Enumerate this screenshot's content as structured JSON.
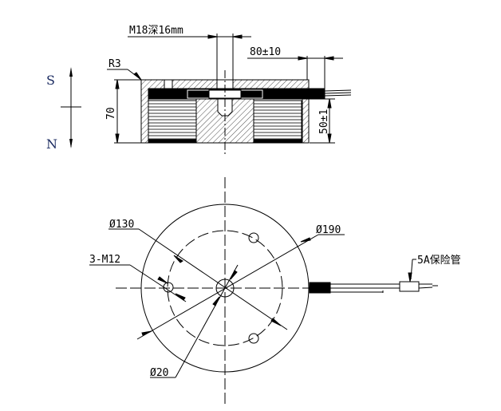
{
  "poles": {
    "north_label": "S",
    "south_label": "N"
  },
  "side_view": {
    "thread_label": "M18深16mm",
    "cable_length_label": "80±10",
    "radius_label": "R3",
    "height_label": "70",
    "cable_height_label": "50±1"
  },
  "top_view": {
    "inner_circle_label": "Ø130",
    "outer_diameter_label": "Ø190",
    "holes_label": "3-M12",
    "center_hole_label": "Ø20",
    "fuse_label": "5A保险管"
  }
}
